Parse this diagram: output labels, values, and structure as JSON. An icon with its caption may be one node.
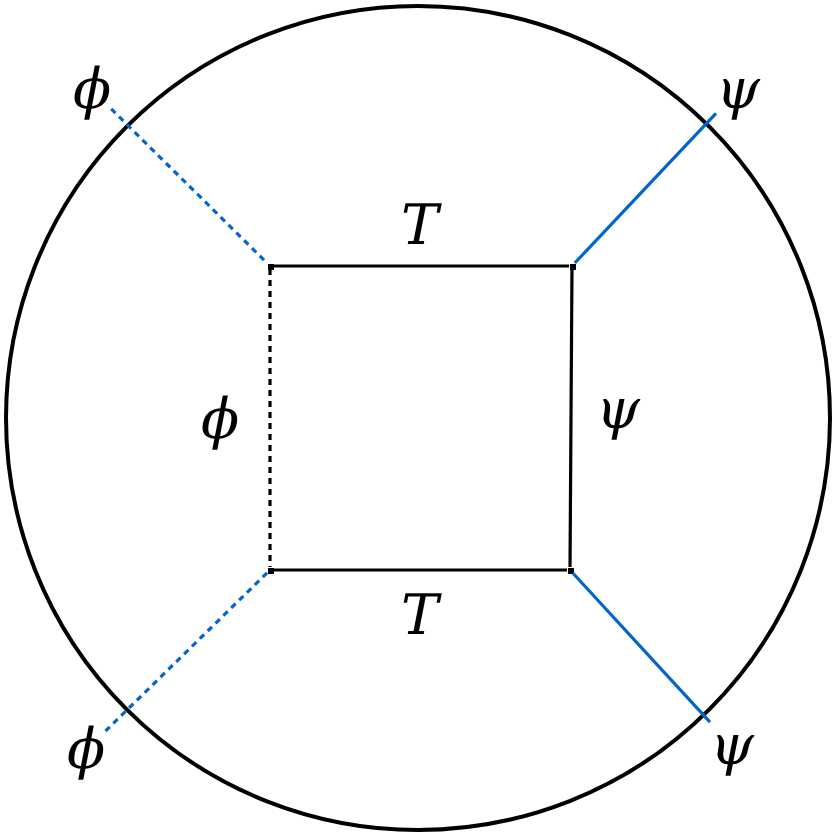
{
  "diagram": {
    "nodes": [
      {
        "text": [],
        "shape": "circle"
      },
      {
        "text": [
          "ϕ"
        ]
      },
      {
        "text": [
          "ψ"
        ]
      },
      {
        "text": [],
        "shape": "point",
        "in": 0
      },
      {
        "text": [],
        "shape": "point",
        "in": 0
      },
      {
        "text": [],
        "shape": "point",
        "in": 0
      },
      {
        "text": [],
        "shape": "point",
        "in": 0
      },
      {
        "text": [
          "ϕ"
        ]
      },
      {
        "text": [
          "ψ"
        ]
      }
    ],
    "edges": [
      {
        "from": 3,
        "to": 4,
        "arrow": "none",
        "label": "T"
      },
      {
        "from": 3,
        "to": 5,
        "arrow": "none",
        "label": "ϕ",
        "style": "dashed"
      },
      {
        "from": 4,
        "to": 6,
        "arrow": "none",
        "label": "ψ"
      },
      {
        "from": 5,
        "to": 6,
        "arrow": "none",
        "label": "T"
      },
      {
        "from": 1,
        "to": 3,
        "arrow": "none",
        "style": "dashed",
        "color": "#0066cc"
      },
      {
        "from": 2,
        "to": 4,
        "arrow": "none",
        "color": "#0066cc"
      },
      {
        "from": 5,
        "to": 7,
        "arrow": "none",
        "style": "dashed",
        "color": "#0066cc"
      },
      {
        "from": 6,
        "to": 8,
        "arrow": "none",
        "color": "#0066cc"
      }
    ]
  }
}
